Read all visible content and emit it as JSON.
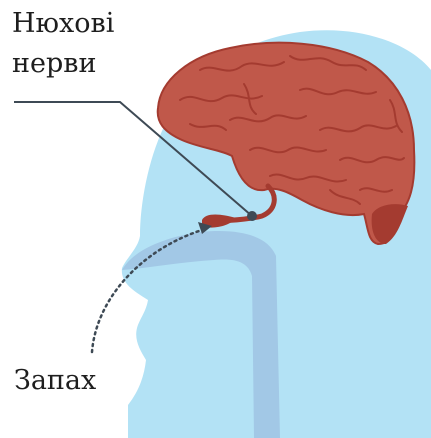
{
  "labels": {
    "nerves_line1": "Нюхові",
    "nerves_line2": "нерви",
    "smell": "Запах"
  },
  "colors": {
    "head": "#b3e2f5",
    "airway": "#a2c8e6",
    "brain": "#c0584a",
    "brain_dark": "#a43b30",
    "pointer": "#3e4a55",
    "text": "#1e1e1e"
  }
}
